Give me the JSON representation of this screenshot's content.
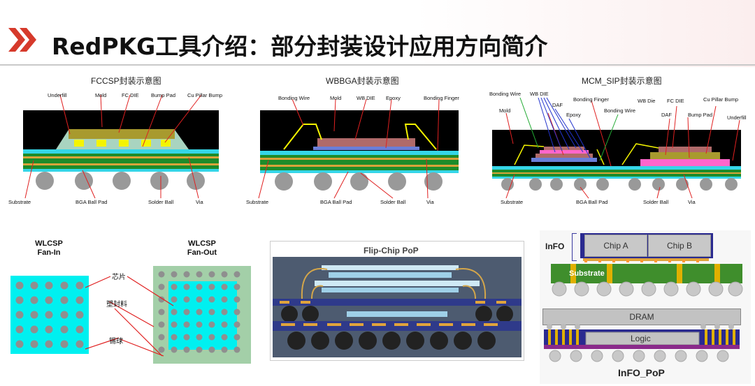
{
  "slide": {
    "title": "RedPKG工具介绍：部分封装设计应用方向简介",
    "accent_color": "#d63a2b"
  },
  "fccsp": {
    "caption": "FCCSP封装示意图",
    "labels": {
      "underfill": "Underfill",
      "mold": "Mold",
      "fc_die": "FC DIE",
      "bump_pad": "Bump Pad",
      "cu_pillar_bump": "Cu Pillar Bump",
      "substrate": "Substrate",
      "bga_ball_pad": "BGA Ball Pad",
      "solder_ball": "Solder Ball",
      "via": "Via"
    }
  },
  "wbbga": {
    "caption": "WBBGA封装示意图",
    "labels": {
      "bonding_wire": "Bonding Wire",
      "mold": "Mold",
      "wb_die": "WB DIE",
      "epoxy": "Epoxy",
      "bonding_finger": "Bonding Finger",
      "substrate": "Substrate",
      "bga_ball_pad": "BGA Ball Pad",
      "solder_ball": "Solder Ball",
      "via": "Via"
    }
  },
  "mcm_sip": {
    "caption": "MCM_SIP封装示意图",
    "labels": {
      "bonding_wire": "Bonding Wire",
      "wb_die": "WB DIE",
      "daf_1": "DAF",
      "mold": "Mold",
      "epoxy": "Epoxy",
      "bonding_finger": "Bonding Finger",
      "bonding_wire_2": "Bonding Wire",
      "wb_die_2": "WB Die",
      "fc_die": "FC DIE",
      "daf_2": "DAF",
      "bump_pad": "Bump Pad",
      "cu_pillar_bump": "Cu Pillar Bump",
      "underfill": "Underfill",
      "substrate": "Substrate",
      "bga_ball_pad": "BGA Ball Pad",
      "solder_ball": "Solder Ball",
      "via": "Via"
    }
  },
  "wlcsp": {
    "fan_in_title": "WLCSP",
    "fan_in_sub": "Fan-In",
    "fan_out_title": "WLCSP",
    "fan_out_sub": "Fan-Out",
    "chip_label": "芯片",
    "mold_label": "塑封料",
    "ball_label": "锡球"
  },
  "flip_chip_pop": {
    "caption": "Flip-Chip PoP"
  },
  "info": {
    "info_label": "InFO",
    "chip_a": "Chip A",
    "chip_b": "Chip B",
    "substrate": "Substrate",
    "dram": "DRAM",
    "logic": "Logic",
    "info_pop_caption": "InFO_PoP"
  }
}
